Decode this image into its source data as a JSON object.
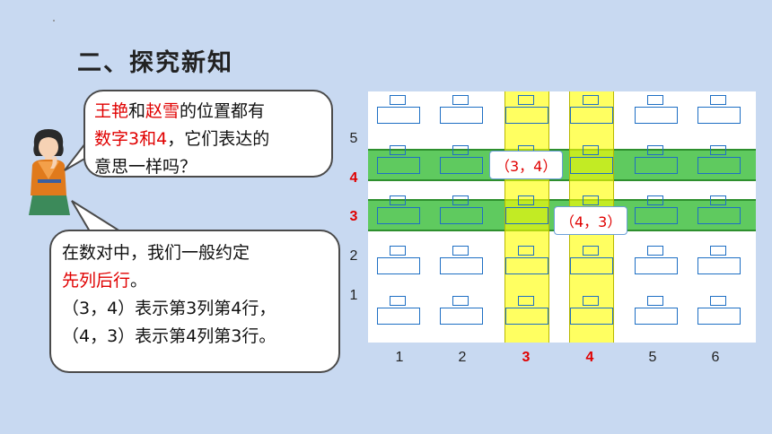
{
  "title": "二、探究新知",
  "question_bubble": {
    "name1": "王艳",
    "and": "和",
    "name2": "赵雪",
    "text1": "的位置都有",
    "highlight": "数字3和4",
    "text2": "，它们表达的",
    "text3": "意思一样吗？"
  },
  "answer_bubble": {
    "line1": "在数对中，我们一般约定",
    "highlight": "先列后行",
    "period": "。",
    "line3": "（3，4）表示第3列第4行，",
    "line4": "（4，3）表示第4列第3行。"
  },
  "grid": {
    "row_labels": [
      "5",
      "4",
      "3",
      "2",
      "1"
    ],
    "col_labels": [
      "1",
      "2",
      "3",
      "4",
      "5",
      "6"
    ],
    "highlight_rows": [
      "4",
      "3"
    ],
    "highlight_cols": [
      "3",
      "4"
    ],
    "tag_3_4": "（3，4）",
    "tag_4_3": "（4，3）"
  },
  "colors": {
    "background": "#c8d9f1",
    "accent_red": "#e00000",
    "desk_blue": "#1e6fc4",
    "row_band": "#3cbe3c",
    "col_band": "#ffff00"
  }
}
